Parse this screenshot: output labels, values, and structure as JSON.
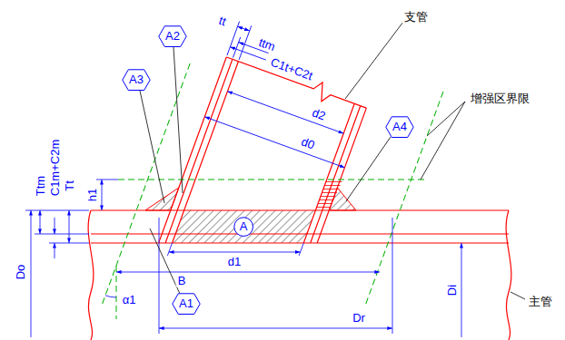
{
  "diagram": {
    "nodes": [
      {
        "text": [
          "A2"
        ]
      },
      {
        "text": [
          "A3"
        ]
      },
      {
        "text": [
          "A4"
        ]
      },
      {
        "text": [
          "A"
        ]
      },
      {
        "text": [
          "A1"
        ]
      }
    ],
    "labels": [
      "支管",
      "增强区界限",
      "主管",
      "tt",
      "ttm",
      "C1t+C2t",
      "d0",
      "d2",
      "d1",
      "B",
      "α1",
      "Dr",
      "Do",
      "Di",
      "Ttm",
      "C1m+C2m",
      "Tt",
      "h1"
    ]
  }
}
